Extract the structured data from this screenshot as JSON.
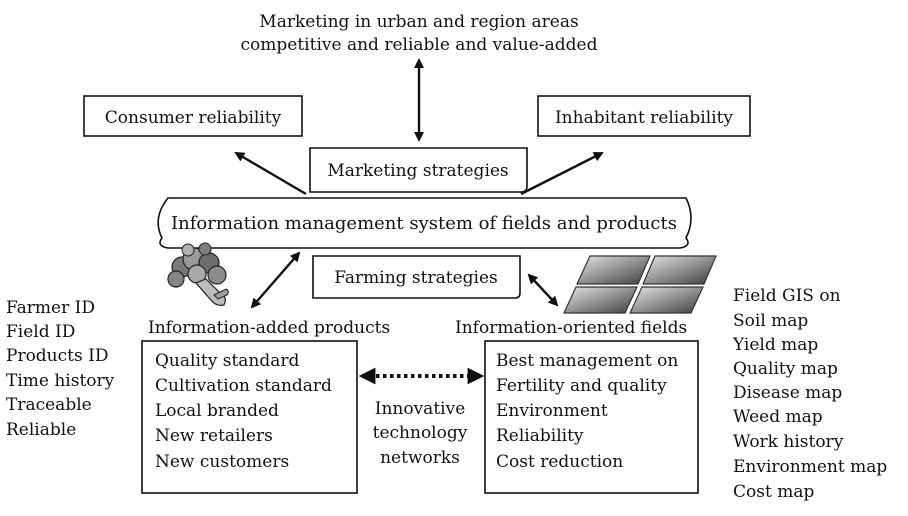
{
  "top_text": {
    "line1": "Marketing in urban and region areas",
    "line2": "competitive and reliable and value-added"
  },
  "consumer_reliability": "Consumer reliability",
  "inhabitant_reliability": "Inhabitant reliability",
  "marketing_strategies": "Marketing strategies",
  "info_system": "Information management system of fields and products",
  "farming_strategies": "Farming strategies",
  "left_list": [
    "Farmer ID",
    "Field ID",
    "Products ID",
    "Time history",
    "Traceable",
    "Reliable"
  ],
  "products_title": "Information-added products",
  "products_box": [
    "Quality standard",
    "Cultivation standard",
    "Local branded",
    "New retailers",
    "New customers"
  ],
  "fields_title": "Information-oriented fields",
  "fields_box": [
    "Best management on",
    "Fertility and quality",
    "Environment",
    "Reliability",
    "Cost reduction"
  ],
  "network_text": [
    "Innovative",
    "technology",
    "networks"
  ],
  "right_list": [
    "Field GIS on",
    "Soil map",
    "Yield map",
    "Quality map",
    "Disease map",
    "Weed map",
    "Work history",
    "Environment map",
    "Cost map"
  ]
}
